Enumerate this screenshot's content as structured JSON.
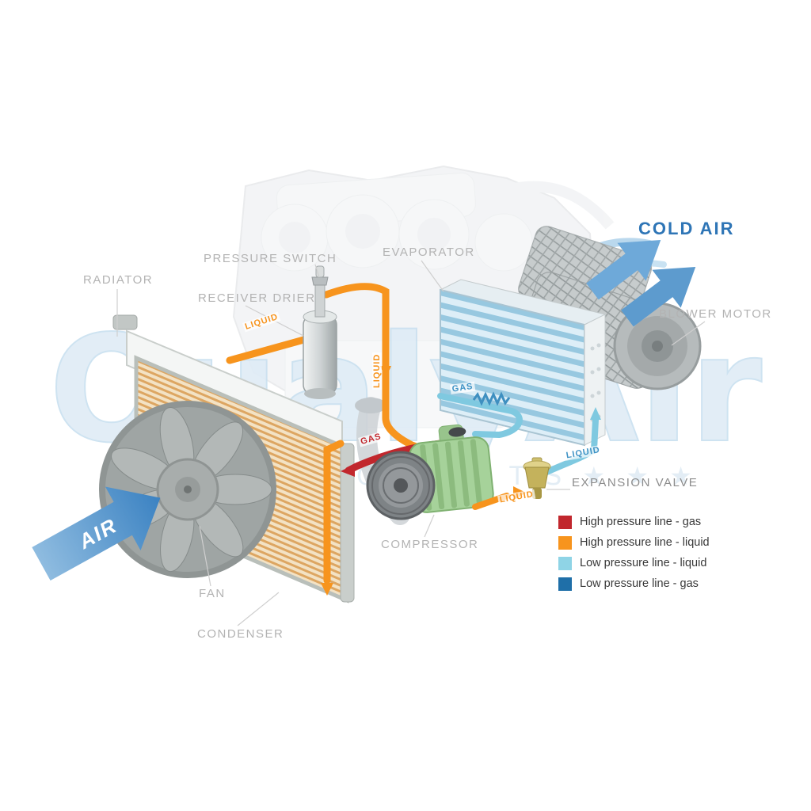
{
  "labels": {
    "radiator": "RADIATOR",
    "pressure_switch": "PRESSURE SWITCH",
    "receiver_drier": "RECEIVER DRIER",
    "evaporator": "EVAPORATOR",
    "cold_air": "COLD AIR",
    "blower_motor": "BLOWER MOTOR",
    "expansion_valve": "EXPANSION VALVE",
    "compressor": "COMPRESSOR",
    "fan": "FAN",
    "condenser": "CONDENSER",
    "air": "AIR"
  },
  "pipe_labels": {
    "condenser_to_drier": "LIQUID",
    "drier_down": "LIQUID",
    "compressor_to_condenser": "GAS",
    "evaporator_out": "GAS",
    "to_expansion_valve": "LIQUID",
    "valve_to_evaporator": "LIQUID"
  },
  "legend": {
    "items": [
      {
        "label": "High pressure line - gas",
        "color": "#c1272d"
      },
      {
        "label": "High pressure line - liquid",
        "color": "#f7941d"
      },
      {
        "label": "Low pressure line - liquid",
        "color": "#8fd4e6"
      },
      {
        "label": "Low pressure line -  gas",
        "color": "#1f6fa8"
      }
    ]
  },
  "watermark": {
    "text": "QualyAir",
    "sub": "★ ★ ★   A U T O   P A R T S   ★ ★ ★"
  },
  "colors": {
    "high_pressure_gas": "#c1272d",
    "high_pressure_liquid": "#f7941d",
    "low_pressure_liquid": "#8fd4e6",
    "low_pressure_gas": "#1f6fa8",
    "cold_air_text": "#2e75b6",
    "label_gray": "#b3b3b3",
    "watermark_blue": "#dfecf6"
  }
}
